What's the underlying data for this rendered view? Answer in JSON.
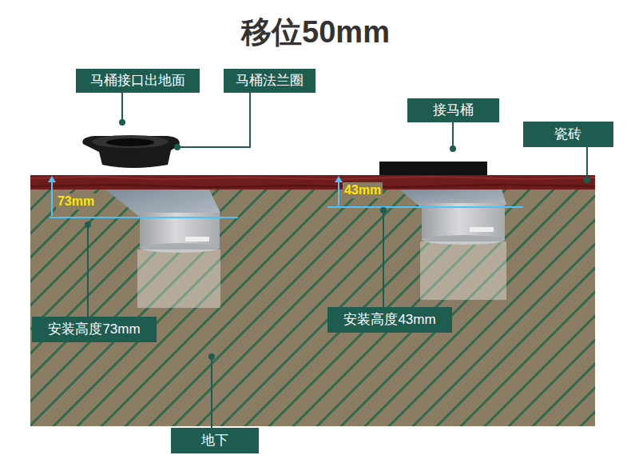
{
  "diagram": {
    "title": "移位50mm",
    "nodes": [
      {
        "text": [
          "马桶接口出地面"
        ]
      },
      {
        "text": [
          "马桶法兰圈"
        ]
      },
      {
        "text": [
          "接马桶"
        ]
      },
      {
        "text": [
          "瓷砖"
        ]
      },
      {
        "text": [
          "安装高度73mm"
        ]
      },
      {
        "text": [
          "安装高度43mm"
        ]
      },
      {
        "text": [
          "地下"
        ]
      }
    ],
    "labels": [
      "73mm",
      "43mm"
    ]
  }
}
